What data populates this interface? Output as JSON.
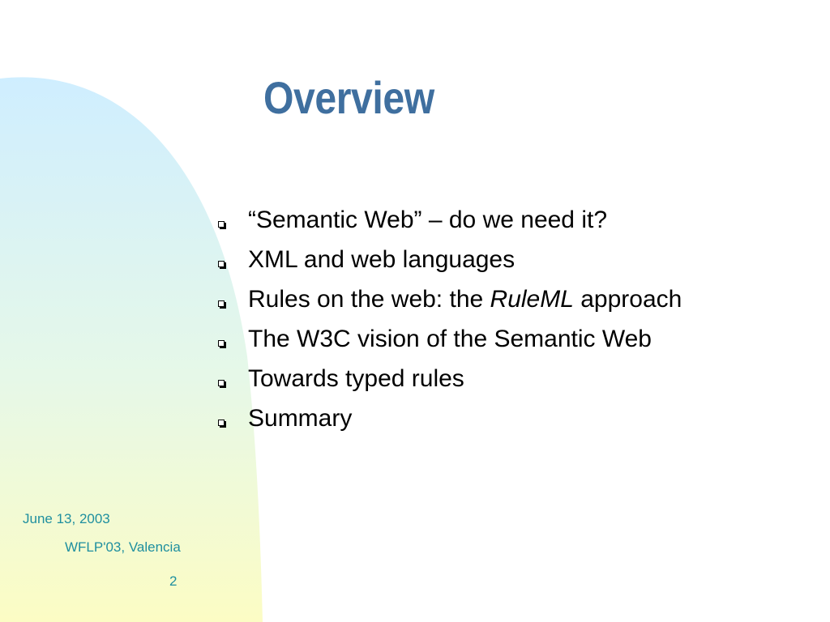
{
  "slide": {
    "title": "Overview",
    "bullets": [
      {
        "text": "“Semantic Web” – do we need it?"
      },
      {
        "text": "XML and web languages"
      },
      {
        "before": "Rules on the web: the ",
        "emphasis": "RuleML",
        "after": " approach"
      },
      {
        "text": "The W3C vision of the Semantic Web"
      },
      {
        "text": "Towards typed rules"
      },
      {
        "text": "Summary"
      }
    ]
  },
  "footer": {
    "date": "June 13, 2003",
    "venue": "WFLP'03, Valencia",
    "page_number": "2"
  },
  "colors": {
    "title": "#3f6f9f",
    "footer_text": "#1f8f9f",
    "shape_top": "#cfeeff",
    "shape_bottom": "#fcfcc4"
  }
}
